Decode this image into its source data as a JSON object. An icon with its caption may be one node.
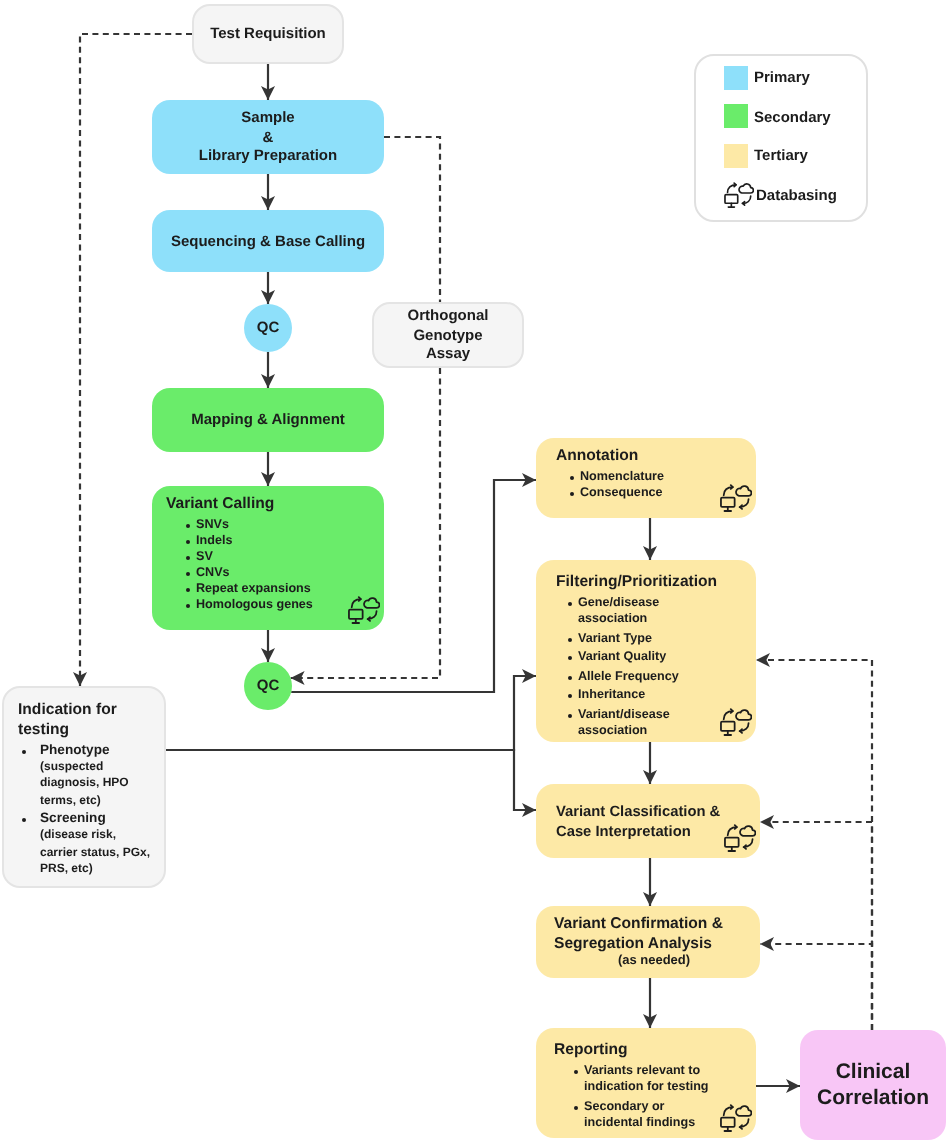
{
  "diagram": {
    "nodes": [
      {
        "text": [
          "Test Requisition"
        ]
      },
      {
        "text": [
          "Sample & Library Preparation"
        ]
      },
      {
        "text": [
          "Sequencing & Base Calling"
        ]
      },
      {
        "text": [
          "QC"
        ]
      },
      {
        "text": [
          "Orthogonal Genotype Assay"
        ]
      },
      {
        "text": [
          "Mapping & Alignment"
        ]
      },
      {
        "text": [
          "Variant Calling",
          "SNVs",
          "Indels",
          "SV",
          "CNVs",
          "Repeat expansions",
          "Homologous genes"
        ]
      },
      {
        "text": [
          "QC"
        ]
      },
      {
        "text": [
          "Indication for testing",
          "Phenotype",
          "(suspected diagnosis, HPO terms, etc)",
          "Screening",
          "(disease risk, carrier status, PGx, PRS, etc)"
        ]
      },
      {
        "text": [
          "Annotation",
          "Nomenclature",
          "Consequence"
        ]
      },
      {
        "text": [
          "Filtering/Prioritization",
          "Gene/disease association",
          "Variant Type",
          "Variant Quality",
          "Allele Frequency",
          "Inheritance",
          "Variant/disease association"
        ]
      },
      {
        "text": [
          "Variant Classification & Case Interpretation"
        ]
      },
      {
        "text": [
          "Variant Confirmation & Segregation Analysis",
          "(as needed)"
        ]
      },
      {
        "text": [
          "Reporting",
          "Variants relevant to indication for testing",
          "Secondary or incidental findings"
        ]
      },
      {
        "text": [
          "Clinical Correlation"
        ]
      }
    ],
    "edges": [
      {
        "from": 0,
        "to": 1,
        "arrow": "to"
      },
      {
        "from": 1,
        "to": 2,
        "arrow": "to"
      },
      {
        "from": 2,
        "to": 3,
        "arrow": "to"
      },
      {
        "from": 3,
        "to": 5,
        "arrow": "to"
      },
      {
        "from": 5,
        "to": 6,
        "arrow": "to"
      },
      {
        "from": 6,
        "to": 7,
        "arrow": "to"
      },
      {
        "from": 0,
        "to": 8,
        "arrow": "to",
        "style": "dashed"
      },
      {
        "from": 1,
        "to": 4,
        "arrow": "none",
        "style": "dashed"
      },
      {
        "from": 4,
        "to": 7,
        "arrow": "to",
        "style": "dashed"
      },
      {
        "from": 7,
        "to": 9,
        "arrow": "to"
      },
      {
        "from": 9,
        "to": 10,
        "arrow": "to"
      },
      {
        "from": 10,
        "to": 11,
        "arrow": "to"
      },
      {
        "from": 11,
        "to": 12,
        "arrow": "to"
      },
      {
        "from": 12,
        "to": 13,
        "arrow": "to"
      },
      {
        "from": 8,
        "to": 10,
        "arrow": "to"
      },
      {
        "from": 8,
        "to": 11,
        "arrow": "to"
      },
      {
        "from": 13,
        "to": 14,
        "arrow": "to"
      },
      {
        "from": 14,
        "to": 10,
        "arrow": "to",
        "style": "dashed"
      },
      {
        "from": 14,
        "to": 11,
        "arrow": "to",
        "style": "dashed"
      },
      {
        "from": 14,
        "to": 12,
        "arrow": "to",
        "style": "dashed"
      }
    ],
    "legend": [
      {
        "text": "Primary",
        "color": "#8ee0fa"
      },
      {
        "text": "Secondary",
        "color": "#6aec6a"
      },
      {
        "text": "Tertiary",
        "color": "#fde9a6"
      },
      {
        "text": "Databasing"
      }
    ]
  }
}
